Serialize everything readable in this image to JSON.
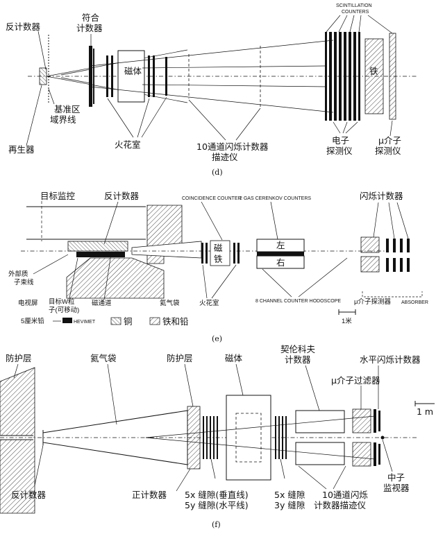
{
  "panel_d": {
    "caption": "(d)",
    "anticounter": "反计数器",
    "coincidence_counter": [
      "符合",
      "计数器"
    ],
    "magnet": "磁体",
    "scint_counters": [
      "SCINTILLATION",
      "COUNTERS"
    ],
    "iron": "铁",
    "fiducial": [
      "基准区",
      "域界线"
    ],
    "regenerator": "再生器",
    "spark_chamber": "火花室",
    "hodoscope": [
      "10通道闪烁计数器",
      "描迹仪"
    ],
    "electron_detector": [
      "电子",
      "探测仪"
    ],
    "muon_detector": [
      "μ介子",
      "探测仪"
    ]
  },
  "panel_e": {
    "caption": "(e)",
    "target_monitor": "目标监控",
    "anticounter": "反计数器",
    "coincidence": "COINCIDENCE COUNTER",
    "cerenkov": "2 GAS CERENKOV COUNTERS",
    "scint": "闪烁计数器",
    "magnet": [
      "磁",
      "铁"
    ],
    "left": "左",
    "right": "右",
    "beam": [
      "外部质",
      "子束线"
    ],
    "shield": "电视屏",
    "target": [
      "目标W粒",
      "子(可移动)"
    ],
    "channel": "磁通道",
    "helium": "氦气袋",
    "spark": "火花室",
    "hodoscope": "8 CHANNEL COUNTER HODOSCOPE",
    "muon": "μ介子探测器",
    "absorber": "ABSORBER",
    "lead": "5厘米铅",
    "heavymet": "HEVIMET",
    "copper": "铜",
    "ironlead": "铁和铅",
    "scale": "1米"
  },
  "panel_f": {
    "caption": "(f)",
    "shield_left": "防护层",
    "helium": "氦气袋",
    "shield_mid": "防护层",
    "magnet": "磁体",
    "cherenkov": [
      "契伦科夫",
      "计数器"
    ],
    "horiz_scint": "水平闪烁计数器",
    "muon_filter": "μ介子过滤器",
    "scale": "1 m",
    "anticounter": "反计数器",
    "pos_counter": "正计数器",
    "slits1": [
      "5x 缝隙(垂直线)",
      "5y 缝隙(水平线)"
    ],
    "slits2": [
      "5x 缝隙",
      "3y 缝隙"
    ],
    "hodoscope": [
      "10通道闪烁",
      "计数器描迹仪"
    ],
    "neutron": [
      "中子",
      "监视器"
    ]
  }
}
